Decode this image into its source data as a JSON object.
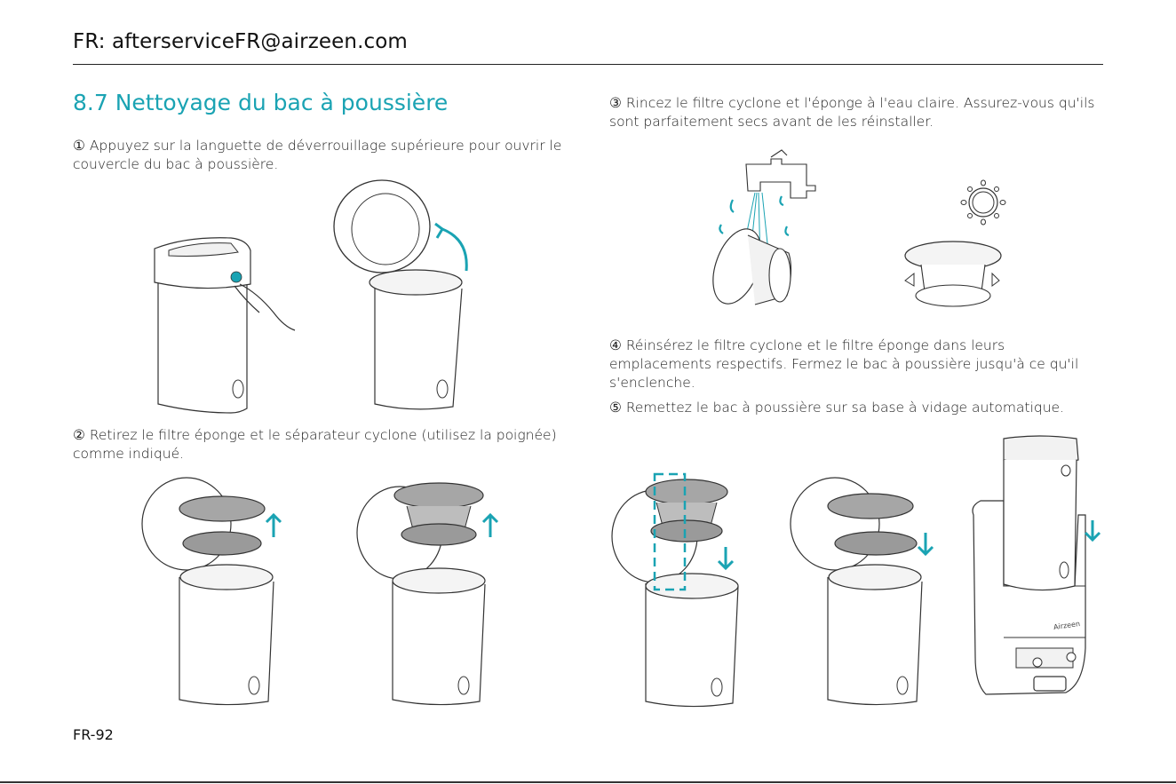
{
  "header": {
    "contact": "FR: afterserviceFR@airzeen.com"
  },
  "section": {
    "title": "8.7 Nettoyage du bac à poussière"
  },
  "steps": {
    "s1": "① Appuyez sur la languette de déverrouillage supérieure pour ouvrir le couvercle du bac à poussière.",
    "s2": "② Retirez le filtre éponge et le séparateur cyclone (utilisez la poignée) comme indiqué.",
    "s3": "③ Rincez le filtre cyclone et l'éponge à l'eau claire. Assurez-vous qu'ils sont parfaitement secs avant de les réinstaller.",
    "s4": "④ Réinsérez le filtre cyclone et le filtre éponge dans leurs emplacements respectifs. Fermez le bac à poussière jusqu'à ce qu'il s'enclenche.",
    "s5": "⑤ Remettez le bac à poussière sur sa base à vidage automatique."
  },
  "base_brand": "Airzeen",
  "footer": {
    "page": "FR-92"
  },
  "colors": {
    "accent": "#1aa3b3",
    "line": "#333333",
    "filter_gray": "#9a9a9a"
  }
}
